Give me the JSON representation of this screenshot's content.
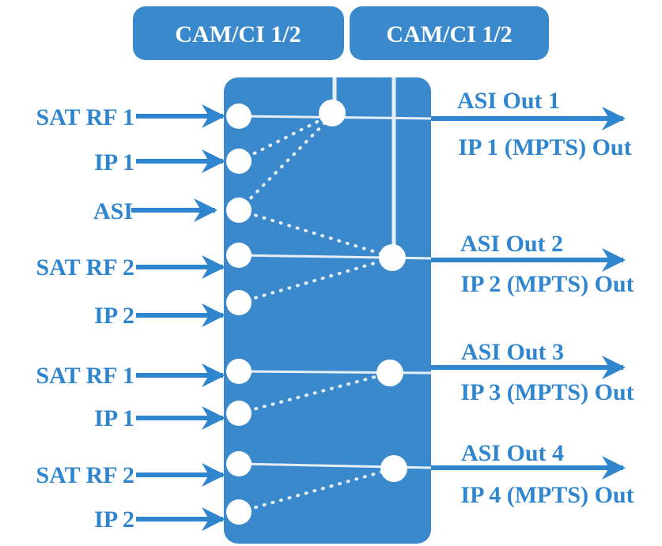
{
  "colors": {
    "box": "#3a89cc",
    "arrow": "#2f86cf",
    "label": "#2f86cf",
    "line": "#e6eef6"
  },
  "cam_modules": [
    {
      "label": "CAM/CI 1/2"
    },
    {
      "label": "CAM/CI 1/2"
    }
  ],
  "inputs": [
    {
      "label": "SAT RF 1"
    },
    {
      "label": "IP 1"
    },
    {
      "label": "ASI"
    },
    {
      "label": "SAT RF 2"
    },
    {
      "label": "IP 2"
    },
    {
      "label": "SAT RF 1"
    },
    {
      "label": "IP 1"
    },
    {
      "label": "SAT RF 2"
    },
    {
      "label": "IP 2"
    }
  ],
  "outputs": [
    {
      "asi": "ASI Out 1",
      "ip": "IP 1 (MPTS) Out"
    },
    {
      "asi": "ASI Out 2",
      "ip": "IP 2 (MPTS) Out"
    },
    {
      "asi": "ASI Out 3",
      "ip": "IP 3 (MPTS) Out"
    },
    {
      "asi": "ASI Out 4",
      "ip": "IP 4 (MPTS) Out"
    }
  ]
}
